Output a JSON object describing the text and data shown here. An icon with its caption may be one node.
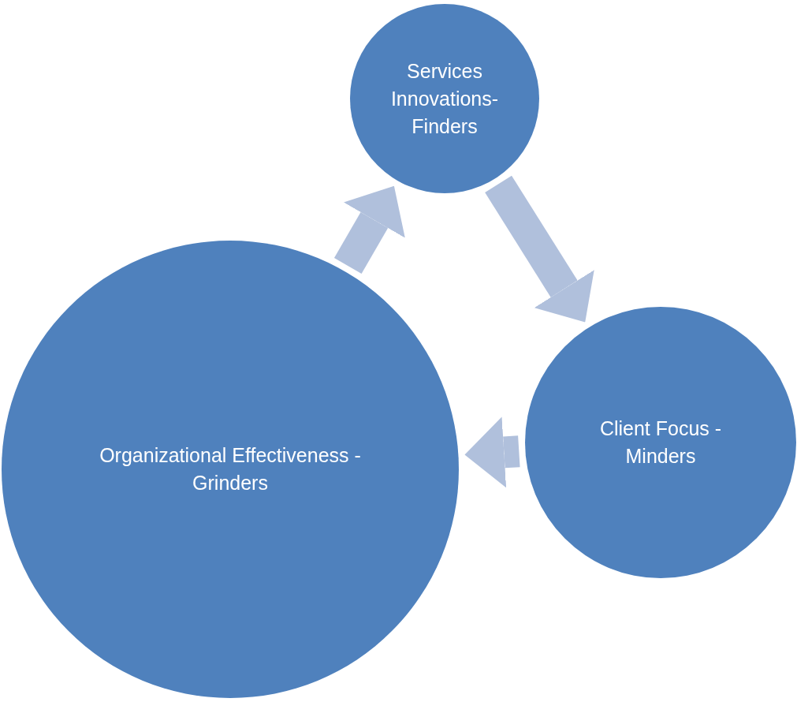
{
  "diagram": {
    "nodes": [
      {
        "text": [
          "Services Innovations-Finders"
        ]
      },
      {
        "text": [
          "Client Focus - Minders"
        ]
      },
      {
        "text": [
          "Organizational Effectiveness - Grinders"
        ]
      }
    ],
    "edges": [
      {
        "from": 2,
        "to": 0,
        "arrow": "to"
      },
      {
        "from": 0,
        "to": 1,
        "arrow": "to"
      },
      {
        "from": 1,
        "to": 2,
        "arrow": "to"
      }
    ]
  }
}
